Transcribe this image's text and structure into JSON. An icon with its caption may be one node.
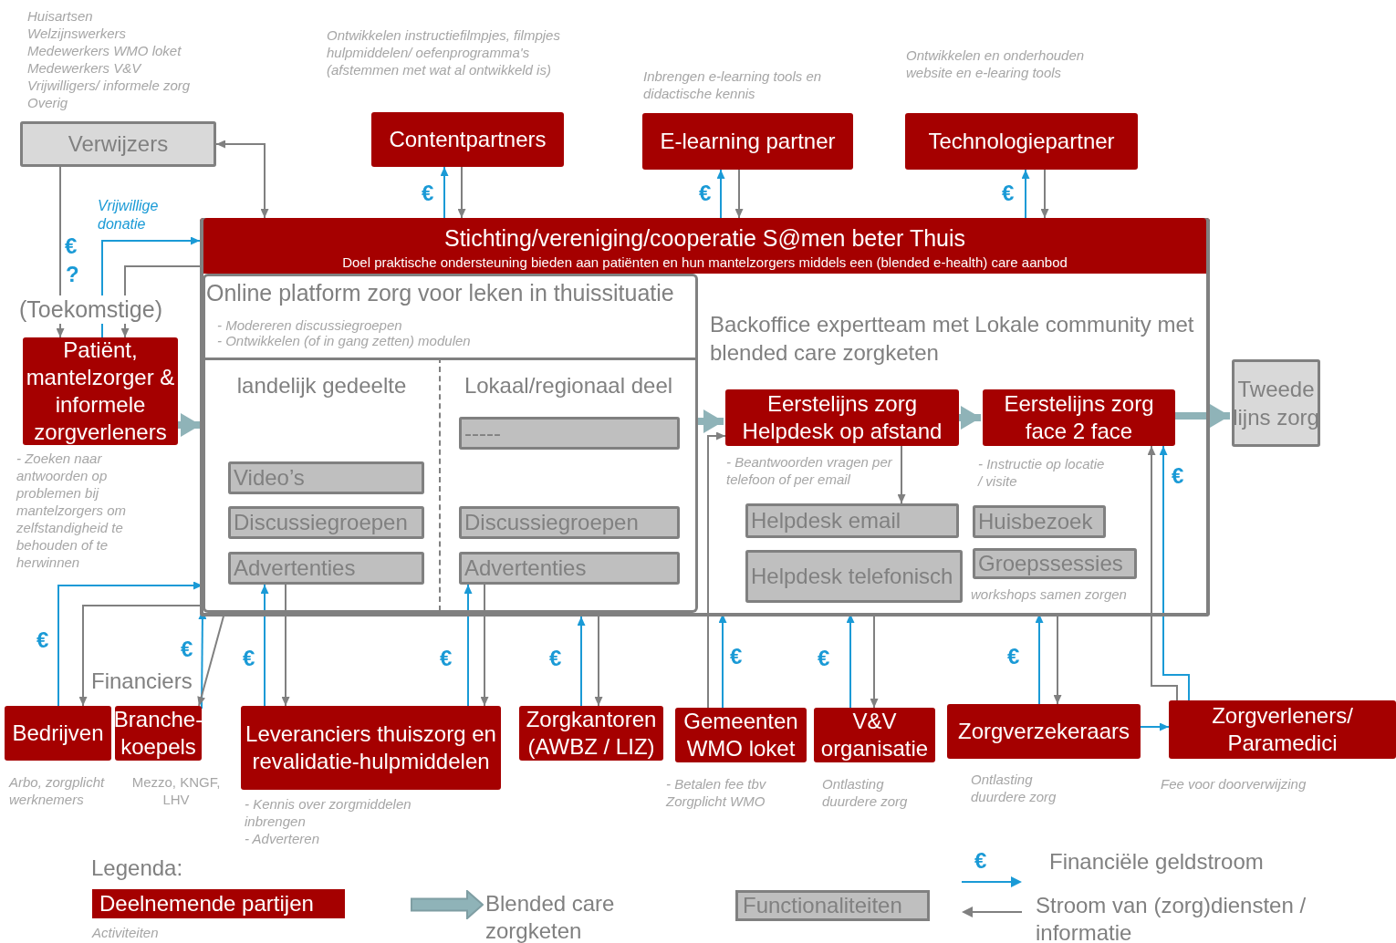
{
  "diagram": {
    "nodes": [
      {
        "text": [
          "Verwijzers"
        ],
        "beside": [
          "Huisartsen",
          "Welzijnswerkers",
          "Medewerkers WMO loket",
          "Medewerkers V&V",
          "Vrijwilligers/ informele zorg",
          "Overig"
        ]
      },
      {
        "text": [
          "Contentpartners"
        ],
        "beside": [
          "Ontwikkelen instructiefilmpjes, filmpjes hulpmiddelen/ oefenprogramma's (afstemmen met wat al ontwikkeld is)"
        ]
      },
      {
        "text": [
          "E-learning partner"
        ],
        "beside": [
          "Inbrengen e-learning tools en didactische kennis"
        ]
      },
      {
        "text": [
          "Technologiepartner"
        ],
        "beside": [
          "Ontwikkelen en onderhouden website en e-learing tools"
        ]
      },
      {
        "text": [
          "Stichting/vereniging/cooperatie S@men beter Thuis",
          "Doel praktische ondersteuning bieden aan patiënten en hun mantelzorgers middels een (blended e-health) care aanbod"
        ]
      },
      {
        "text": [
          "Online platform zorg voor leken in thuissituatie",
          "- Modereren discussiegroepen",
          "- Ontwikkelen (of in gang zetten) modulen"
        ],
        "in": 4
      },
      {
        "text": [
          "landelijk gedeelte"
        ],
        "in": 5
      },
      {
        "text": [
          "Video’s"
        ],
        "in": 6
      },
      {
        "text": [
          "Discussiegroepen"
        ],
        "in": 6
      },
      {
        "text": [
          "Advertenties"
        ],
        "in": 6
      },
      {
        "text": [
          "Lokaal/regionaal deel"
        ],
        "in": 5
      },
      {
        "text": [
          "-----"
        ],
        "in": 10
      },
      {
        "text": [
          "Discussiegroepen"
        ],
        "in": 10
      },
      {
        "text": [
          "Advertenties"
        ],
        "in": 10
      },
      {
        "text": [
          "Backoffice expertteam met Lokale community met blended care zorgketen"
        ],
        "in": 4
      },
      {
        "text": [
          "Eerstelijns zorg Helpdesk op afstand"
        ],
        "in": 14,
        "beside": [
          "- Beantwoorden vragen per telefoon of per email"
        ]
      },
      {
        "text": [
          "Eerstelijns zorg face 2 face"
        ],
        "in": 14,
        "beside": [
          "- Instructie op locatie / visite"
        ]
      },
      {
        "text": [
          "Helpdesk email"
        ],
        "in": 14
      },
      {
        "text": [
          "Helpdesk telefonisch"
        ],
        "in": 14
      },
      {
        "text": [
          "Huisbezoek"
        ],
        "in": 14
      },
      {
        "text": [
          "Groepssessies"
        ],
        "in": 14,
        "beside": [
          "workshops samen zorgen"
        ]
      },
      {
        "text": [
          "Tweede lijns zorg"
        ]
      },
      {
        "text": [
          "(Toekomstige)",
          "Patiënt, mantelzorger & informele zorgverleners"
        ],
        "beside": [
          "- Zoeken naar antwoorden op problemen bij mantelzorgers om zelfstandigheid te behouden of te herwinnen"
        ]
      },
      {
        "text": [
          "Bedrijven"
        ],
        "beside": [
          "Arbo, zorgplicht werknemers"
        ]
      },
      {
        "text": [
          "Branche-koepels"
        ],
        "beside": [
          "Mezzo, KNGF, LHV"
        ]
      },
      {
        "text": [
          "Leveranciers thuiszorg en revalidatie-hulpmiddelen"
        ],
        "beside": [
          "- Kennis over zorgmiddelen inbrengen",
          "- Adverteren"
        ]
      },
      {
        "text": [
          "Zorgkantoren (AWBZ / LIZ)"
        ]
      },
      {
        "text": [
          "Gemeenten WMO loket"
        ],
        "beside": [
          "- Betalen fee tbv Zorgplicht WMO"
        ]
      },
      {
        "text": [
          "V&V organisatie"
        ],
        "beside": [
          "Ontlasting duurdere zorg"
        ]
      },
      {
        "text": [
          "Zorgverzekeraars"
        ],
        "beside": [
          "Ontlasting duurdere zorg"
        ]
      },
      {
        "text": [
          "Zorgverleners/ Paramedici"
        ],
        "beside": [
          "Fee voor doorverwijzing"
        ]
      }
    ],
    "edges": [
      {
        "from": 0,
        "to": 4,
        "arrow": "both"
      },
      {
        "from": 0,
        "to": 22,
        "arrow": "to"
      },
      {
        "from": 22,
        "to": 4,
        "arrow": "to",
        "label": "Vrijwillige donatie",
        "color": "#1a9ad6"
      },
      {
        "from": 4,
        "to": 22,
        "arrow": "to"
      },
      {
        "from": 4,
        "to": 1,
        "arrow": "to",
        "label": "€",
        "color": "#1a9ad6"
      },
      {
        "from": 1,
        "to": 4,
        "arrow": "to"
      },
      {
        "from": 4,
        "to": 2,
        "arrow": "to",
        "label": "€",
        "color": "#1a9ad6"
      },
      {
        "from": 2,
        "to": 4,
        "arrow": "to"
      },
      {
        "from": 4,
        "to": 3,
        "arrow": "to",
        "label": "€",
        "color": "#1a9ad6"
      },
      {
        "from": 3,
        "to": 4,
        "arrow": "to"
      },
      {
        "from": 22,
        "to": 5,
        "arrow": "to",
        "style": "thick",
        "color": "#8fb3b8"
      },
      {
        "from": 5,
        "to": 15,
        "arrow": "to",
        "style": "thick",
        "color": "#8fb3b8"
      },
      {
        "from": 15,
        "to": 16,
        "arrow": "to",
        "style": "thick",
        "color": "#8fb3b8"
      },
      {
        "from": 16,
        "to": 21,
        "arrow": "to",
        "style": "thick",
        "color": "#8fb3b8"
      },
      {
        "from": 15,
        "to": 17,
        "arrow": "to"
      },
      {
        "from": 23,
        "to": 5,
        "arrow": "to",
        "label": "€",
        "color": "#1a9ad6"
      },
      {
        "from": 5,
        "to": 23,
        "arrow": "to"
      },
      {
        "from": 24,
        "to": 5,
        "arrow": "to",
        "label": "€",
        "color": "#1a9ad6"
      },
      {
        "from": 5,
        "to": 24,
        "arrow": "to"
      },
      {
        "from": 25,
        "to": 9,
        "arrow": "to",
        "label": "€",
        "color": "#1a9ad6"
      },
      {
        "from": 9,
        "to": 25,
        "arrow": "to"
      },
      {
        "from": 25,
        "to": 13,
        "arrow": "to",
        "label": "€",
        "color": "#1a9ad6"
      },
      {
        "from": 13,
        "to": 25,
        "arrow": "to"
      },
      {
        "from": 26,
        "to": 4,
        "arrow": "to",
        "label": "€",
        "color": "#1a9ad6"
      },
      {
        "from": 4,
        "to": 26,
        "arrow": "to"
      },
      {
        "from": 27,
        "to": 14,
        "arrow": "to",
        "label": "€",
        "color": "#1a9ad6"
      },
      {
        "from": 27,
        "to": 15,
        "arrow": "to"
      },
      {
        "from": 28,
        "to": 14,
        "arrow": "to",
        "label": "€",
        "color": "#1a9ad6"
      },
      {
        "from": 14,
        "to": 28,
        "arrow": "to"
      },
      {
        "from": 29,
        "to": 14,
        "arrow": "to",
        "label": "€",
        "color": "#1a9ad6"
      },
      {
        "from": 14,
        "to": 29,
        "arrow": "to"
      },
      {
        "from": 29,
        "to": 30,
        "arrow": "to",
        "color": "#1a9ad6"
      },
      {
        "from": 30,
        "to": 16,
        "arrow": "to"
      },
      {
        "from": 30,
        "to": 16,
        "arrow": "to",
        "label": "€",
        "color": "#1a9ad6"
      }
    ],
    "labels": [
      "€",
      "?",
      "Financiers",
      "Legenda:",
      "Activiteiten",
      "€"
    ],
    "legend": [
      {
        "text": "Deelnemende partijen",
        "color": "#a50000"
      },
      {
        "text": "Blended care zorgketen"
      },
      {
        "text": "Functionaliteiten",
        "color": "#bfbfbf"
      },
      {
        "text": "Financiële geldstroom"
      },
      {
        "text": "Stroom van (zorg)diensten / informatie"
      }
    ]
  }
}
